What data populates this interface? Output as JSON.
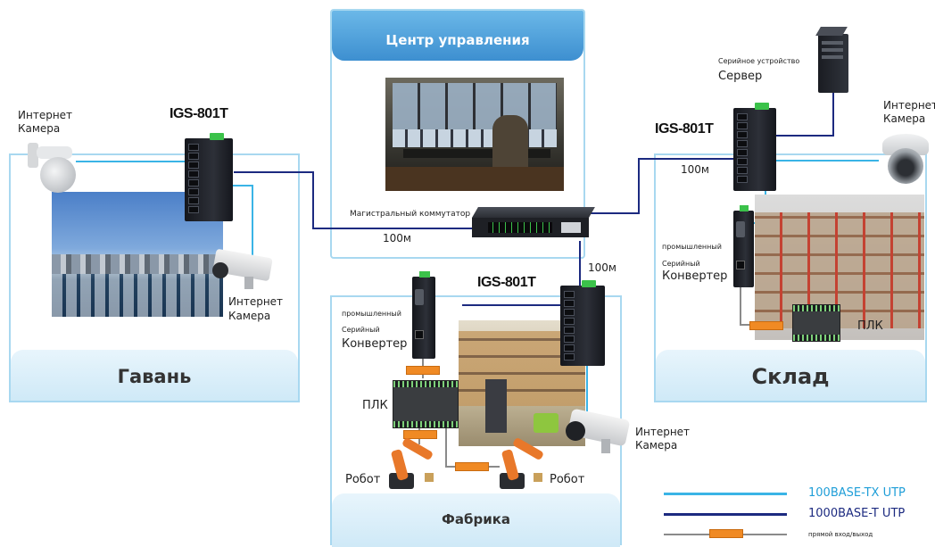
{
  "colors": {
    "fast_ethernet": "#3ab4e6",
    "gigabit": "#1c2a80",
    "serial": "#f08a24",
    "zone_border": "#a8d8f0",
    "control_header": "#4a9fd8",
    "green_port": "#3bc24a"
  },
  "control_center": {
    "title": "Центр управления",
    "backbone_label": "Магистральный коммутатор",
    "speed_left": "100м",
    "speed_down": "100м"
  },
  "harbor": {
    "title": "Гавань",
    "switch_model": "IGS-801T",
    "camera_top_label": "Интернет\nКамера",
    "camera_bottom_label": "Интернет\nКамера"
  },
  "warehouse": {
    "title": "Склад",
    "switch_model": "IGS-801T",
    "speed": "100м",
    "server_caption": "Серийное устройство",
    "server_label": "Сервер",
    "camera_label": "Интернет\nКамера",
    "converter_small1": "промышленный",
    "converter_small2": "Серийный",
    "converter_label": "Конвертер",
    "plc_label": "ПЛК"
  },
  "factory": {
    "title": "Фабрика",
    "switch_model": "IGS-801T",
    "converter_small1": "промышленный",
    "converter_small2": "Серийный",
    "converter_label": "Конвертер",
    "plc_label": "ПЛК",
    "robot_left": "Робот",
    "robot_right": "Робот",
    "camera_label": "Интернет\nКамера"
  },
  "legend": {
    "items": [
      {
        "label": "100BASE-TX UTP",
        "color": "#3ab4e6"
      },
      {
        "label": "1000BASE-T UTP",
        "color": "#1c2a80"
      },
      {
        "label": "прямой вход/выход",
        "color": "#f08a24"
      }
    ]
  }
}
